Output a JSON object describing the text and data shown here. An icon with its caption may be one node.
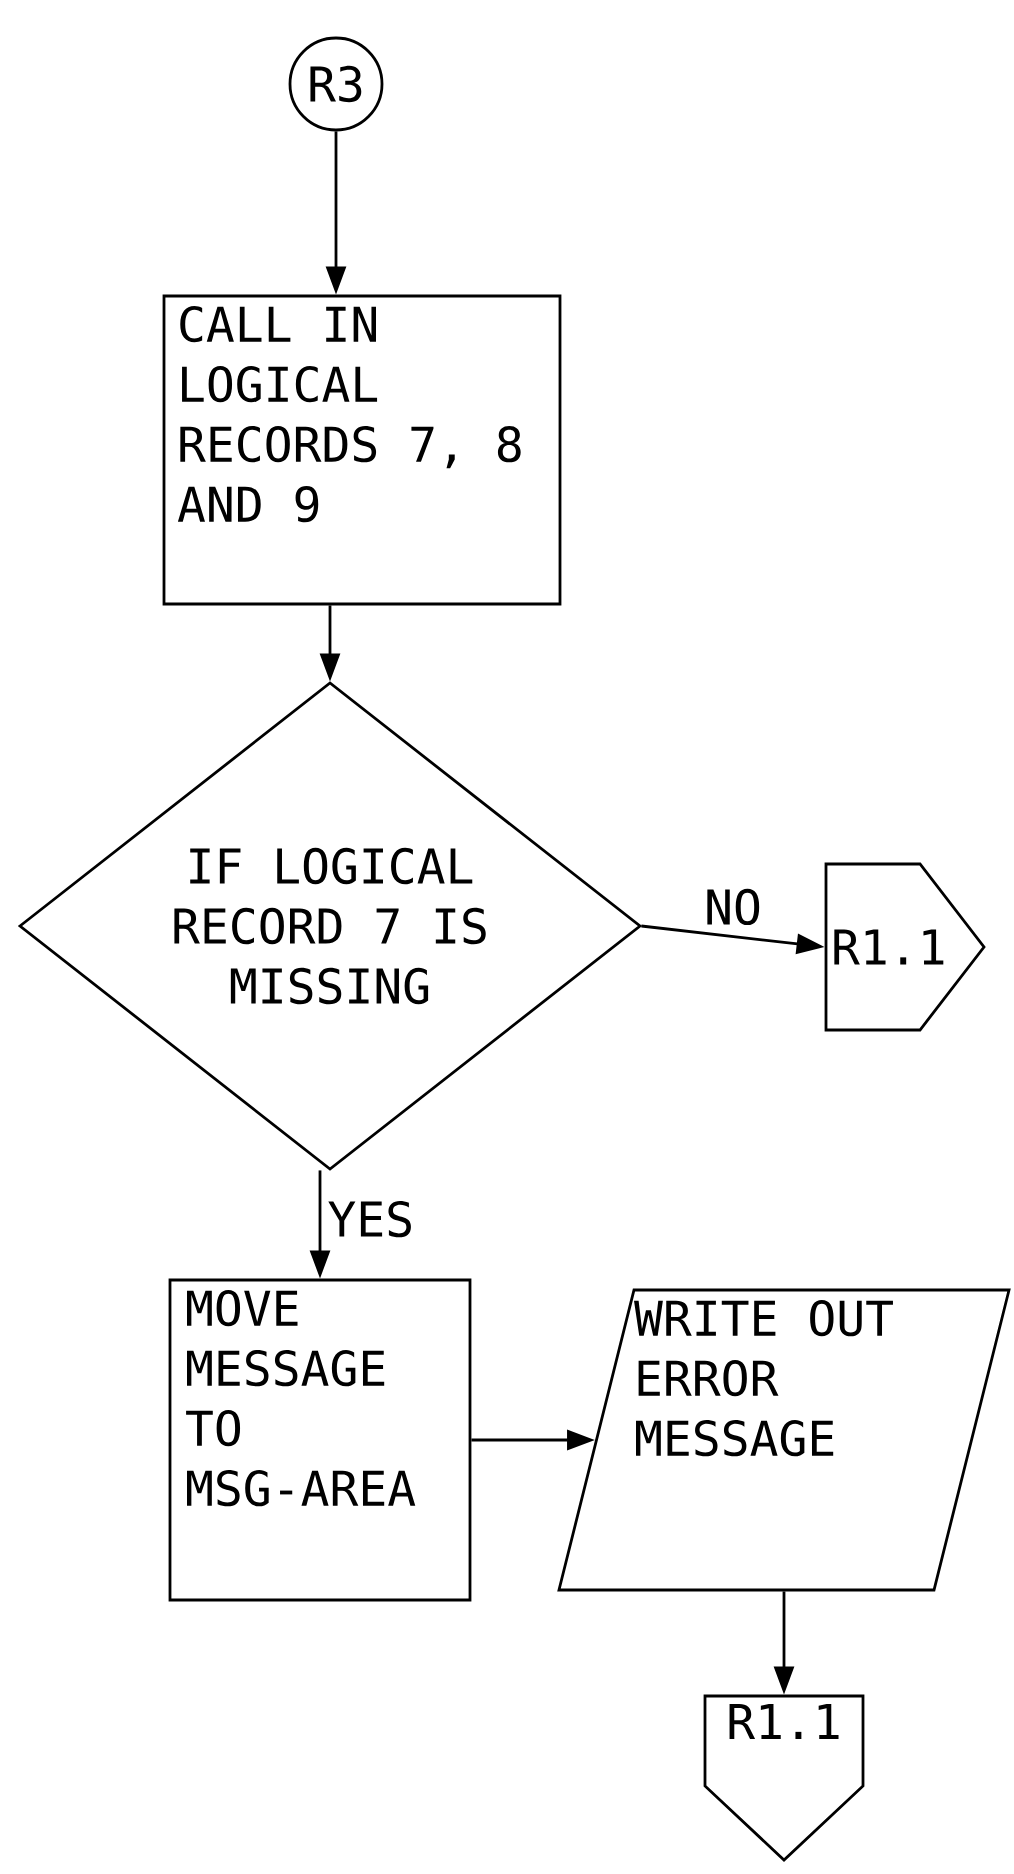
{
  "diagram": {
    "nodes": [
      {
        "text": [
          "R3"
        ]
      },
      {
        "text": [
          "CALL IN LOGICAL RECORDS 7, 8 AND 9"
        ]
      },
      {
        "text": [
          "IF LOGICAL RECORD 7 IS MISSING"
        ]
      },
      {
        "text": [
          "R1.1"
        ]
      },
      {
        "text": [
          "MOVE MESSAGE TO MSG-AREA"
        ]
      },
      {
        "text": [
          "WRITE OUT ERROR MESSAGE"
        ]
      },
      {
        "text": [
          "R1.1"
        ]
      }
    ],
    "edges": [
      {
        "from": 0,
        "to": 1,
        "arrow": "to"
      },
      {
        "from": 1,
        "to": 2,
        "arrow": "to"
      },
      {
        "from": 2,
        "to": 3,
        "arrow": "to",
        "label": "NO"
      },
      {
        "from": 2,
        "to": 4,
        "arrow": "to",
        "label": "YES"
      },
      {
        "from": 4,
        "to": 5,
        "arrow": "to"
      },
      {
        "from": 5,
        "to": 6,
        "arrow": "to"
      }
    ]
  }
}
